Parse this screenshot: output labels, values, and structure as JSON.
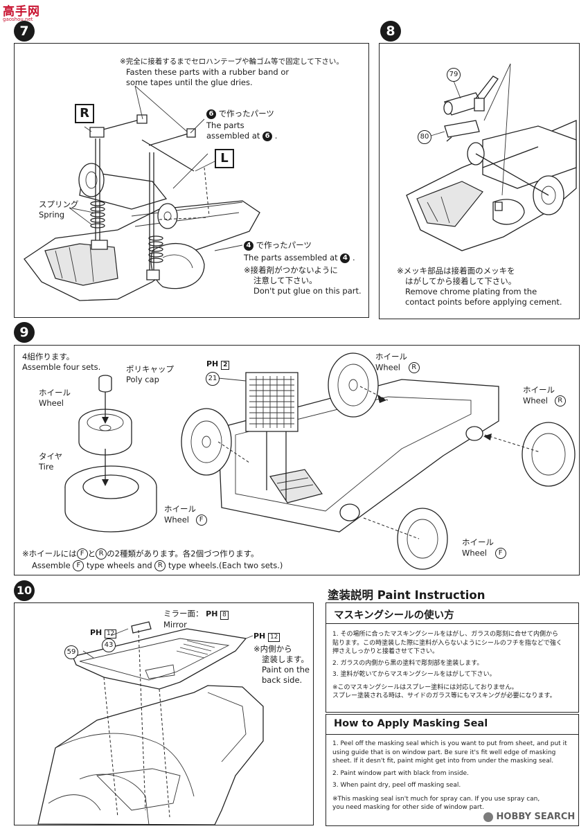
{
  "site": {
    "logo_text": "高手网",
    "logo_sub": "gaoshou.net"
  },
  "watermark": {
    "text": "HOBBY SEARCH"
  },
  "step7": {
    "number": "7",
    "note_jp": "※完全に接着するまでセロハンテープや輪ゴム等で固定して下さい。",
    "note_en1": "Fasten these parts with a rubber band or",
    "note_en2": "some tapes until the glue dries.",
    "label_r": "R",
    "label_l": "L",
    "made6_step": "6",
    "made6_jp": "で作ったパーツ",
    "made6_en1": "The parts",
    "made6_en2": "assembled at",
    "made6_en_step": "6",
    "spring_jp": "スプリング",
    "spring_en": "Spring",
    "made4_step": "4",
    "made4_jp": "で作ったパーツ",
    "made4_en": "The parts assembled at",
    "made4_en_step": "4",
    "glue_jp1": "※接着剤がつかないように",
    "glue_jp2": "注意して下さい。",
    "glue_en": "Don't put glue on this part."
  },
  "step8": {
    "number": "8",
    "part79": "79",
    "part80": "80",
    "note_jp1": "※メッキ部品は接着面のメッキを",
    "note_jp2": "はがしてから接着して下さい。",
    "note_en1": "Remove chrome plating from the",
    "note_en2": "contact points before applying cement."
  },
  "step9": {
    "number": "9",
    "sets_jp": "4組作ります。",
    "sets_en": "Assemble four sets.",
    "polycap_jp": "ポリキャップ",
    "polycap_en": "Poly cap",
    "wheel_jp": "ホイール",
    "wheel_en": "Wheel",
    "tire_jp": "タイヤ",
    "tire_en": "Tire",
    "ph_label": "PH",
    "ph_num": "2",
    "part21": "21",
    "wheel_r_top_jp": "ホイール",
    "wheel_r_top_en": "Wheel",
    "wheel_r_top_type": "R",
    "wheel_r_right_jp": "ホイール",
    "wheel_r_right_en": "Wheel",
    "wheel_r_right_type": "R",
    "wheel_f_left_jp": "ホイール",
    "wheel_f_left_en": "Wheel",
    "wheel_f_left_type": "F",
    "wheel_f_right_jp": "ホイール",
    "wheel_f_right_en": "Wheel",
    "wheel_f_right_type": "F",
    "note_jp_a": "※ホイールには",
    "note_jp_f": "F",
    "note_jp_b": "と",
    "note_jp_r": "R",
    "note_jp_c": "の2種類があります。各2個づつ作ります。",
    "note_en_a": "Assemble",
    "note_en_f": "F",
    "note_en_b": "type wheels and",
    "note_en_r": "R",
    "note_en_c": "type wheels.(Each two sets.)"
  },
  "step10": {
    "number": "10",
    "mirror_jp": "ミラー面：",
    "mirror_ph": "PH",
    "mirror_num": "8",
    "mirror_en": "Mirror",
    "ph12a_label": "PH",
    "ph12a_num": "12",
    "part43": "43",
    "part59": "59",
    "ph12b_label": "PH",
    "ph12b_num": "12",
    "inside_jp1": "※内側から",
    "inside_jp2": "塗装します。",
    "inside_en1": "Paint on the",
    "inside_en2": "back side."
  },
  "paint": {
    "title": "塗装説明 Paint Instruction",
    "jp_heading": "マスキングシールの使い方",
    "jp_items": [
      "1. その場所に合ったマスキングシールをはがし、ガラスの彫刻に合せて内側から",
      "    貼ります。この時塗装した際に塗料が入らないようにシールのフチを指などで強く",
      "    押さえしっかりと接着させて下さい。",
      "2. ガラスの内側から黒の塗料で彫刻部を塗装します。",
      "3. 塗料が乾いてからマスキングシールをはがして下さい。",
      "※このマスキングシールはスプレー塗料には対応しておりません。",
      "    スプレー塗装される時は、サイドのガラス等にもマスキングが必要になります。"
    ],
    "en_heading": "How to Apply Masking Seal",
    "en_items": [
      "1. Peel off the masking seal which is you want to put from sheet, and put it",
      "    using guide that is on window part. Be sure it's fit well edge of masking",
      "    sheet. If it desn't fit, paint might get into from under the masking seal.",
      "2. Paint window part with black from inside.",
      "3. When paint dry, peel off masking seal.",
      "※This masking seal isn't much for spray can. If you use spray can,",
      "    you need masking for other side of window part."
    ]
  }
}
